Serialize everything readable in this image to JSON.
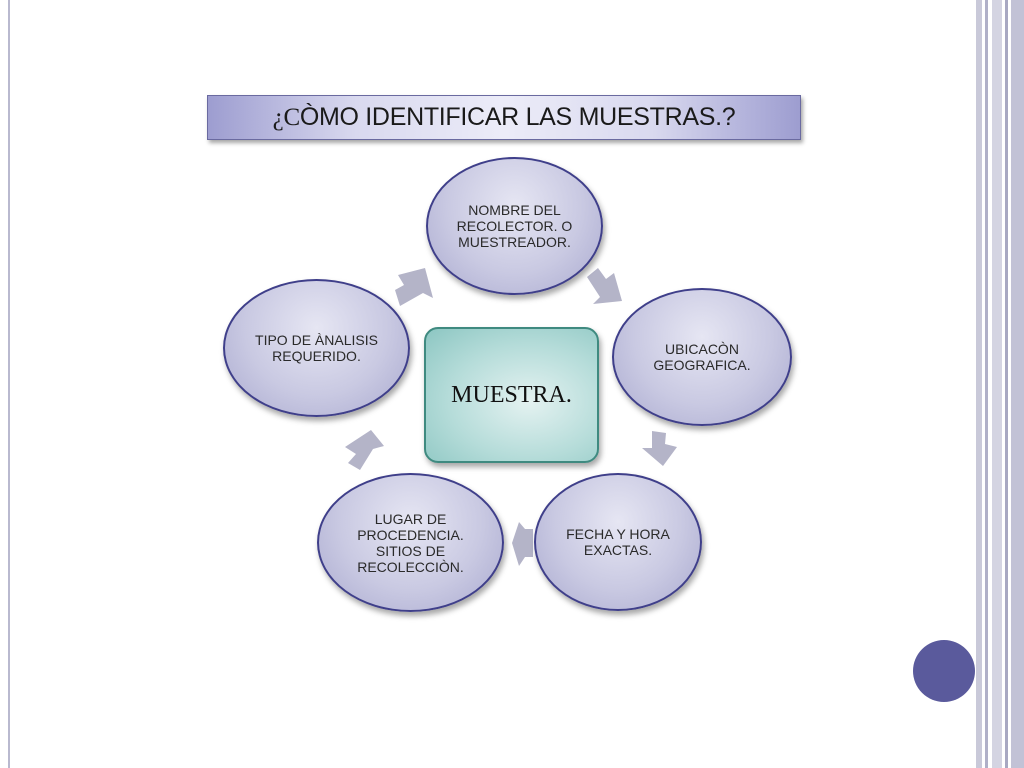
{
  "title": {
    "prefix": "¿C",
    "rest": "ÒMO IDENTIFICAR LAS MUESTRAS.?"
  },
  "center": {
    "label": "MUESTRA."
  },
  "nodes": [
    {
      "label": "NOMBRE DEL\nRECOLECTOR. O\nMUESTREADOR."
    },
    {
      "label": "UBICACÒN\nGEOGRAFICA."
    },
    {
      "label": "FECHA Y HORA\nEXACTAS."
    },
    {
      "label": "LUGAR DE\nPROCEDENCIA.\nSITIOS DE\nRECOLECCIÒN."
    },
    {
      "label": "TIPO DE ÀNALISIS\nREQUERIDO."
    }
  ],
  "colors": {
    "node_border": "#3f3f8a",
    "node_fill": "#c9c9e2",
    "center_fill": "#b5dcd9",
    "center_border": "#3f8a80",
    "arrow": "#b4b4c8",
    "accent_dot": "#5a5a9c"
  }
}
